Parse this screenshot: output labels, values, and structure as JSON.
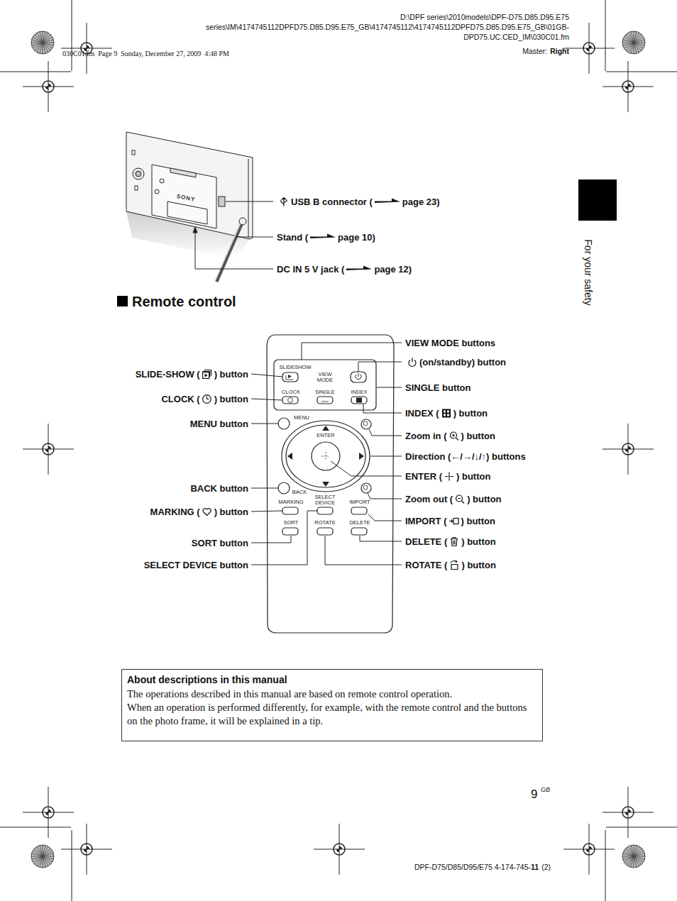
{
  "diagram": {
    "title": "Remote control",
    "nodes": [
      {
        "text": [
          "About descriptions in this manual",
          "The operations described in this manual are based on remote control operation.",
          "When an operation is performed differently, for example, with the remote control and the buttons on the photo frame, it will be explained in a tip."
        ]
      }
    ],
    "labels": [
      "D:\\DPF series\\2010models\\DPF-D75.D85.D95.E75 series\\IM\\4174745112DPFD75.D85.D95.E75_GB\\4174745112\\4174745112DPFD75.D85.D95.E75_GB\\01GB- DPD75.UC.CED_IM\\030C01.fm",
      "Master:",
      "Right",
      "030C01.fm  Page 9  Sunday, December 27, 2009  4:48 PM",
      "SONY",
      "USB B connector (",
      "page 23)",
      "Stand (",
      "page 10)",
      "DC IN 5 V jack (",
      "page 12)",
      "For your safety",
      "VIEW MODE buttons",
      "(on/standby) button",
      "SINGLE button",
      "INDEX (",
      ") button",
      "Zoom in (",
      ") button",
      "Direction (←/→/↓/↑) buttons",
      "ENTER (",
      ") button",
      "Zoom out (",
      ") button",
      "IMPORT (",
      ") button",
      "DELETE (",
      ") button",
      "ROTATE (",
      ") button",
      "SLIDE-SHOW (",
      ") button",
      "CLOCK (",
      ") button",
      "MENU button",
      "BACK button",
      "MARKING (",
      ") button",
      "SORT button",
      "SELECT DEVICE button",
      "SLIDESHOW",
      "VIEW MODE",
      "CLOCK",
      "SINGLE",
      "INDEX",
      "MENU",
      "ENTER",
      "BACK",
      "SELECT DEVICE",
      "MARKING",
      "IMPORT",
      "SORT",
      "ROTATE",
      "DELETE",
      "9",
      "GB",
      "DPF-D75/D85/D95/E75 4-174-745-",
      "11",
      "(2)"
    ]
  }
}
